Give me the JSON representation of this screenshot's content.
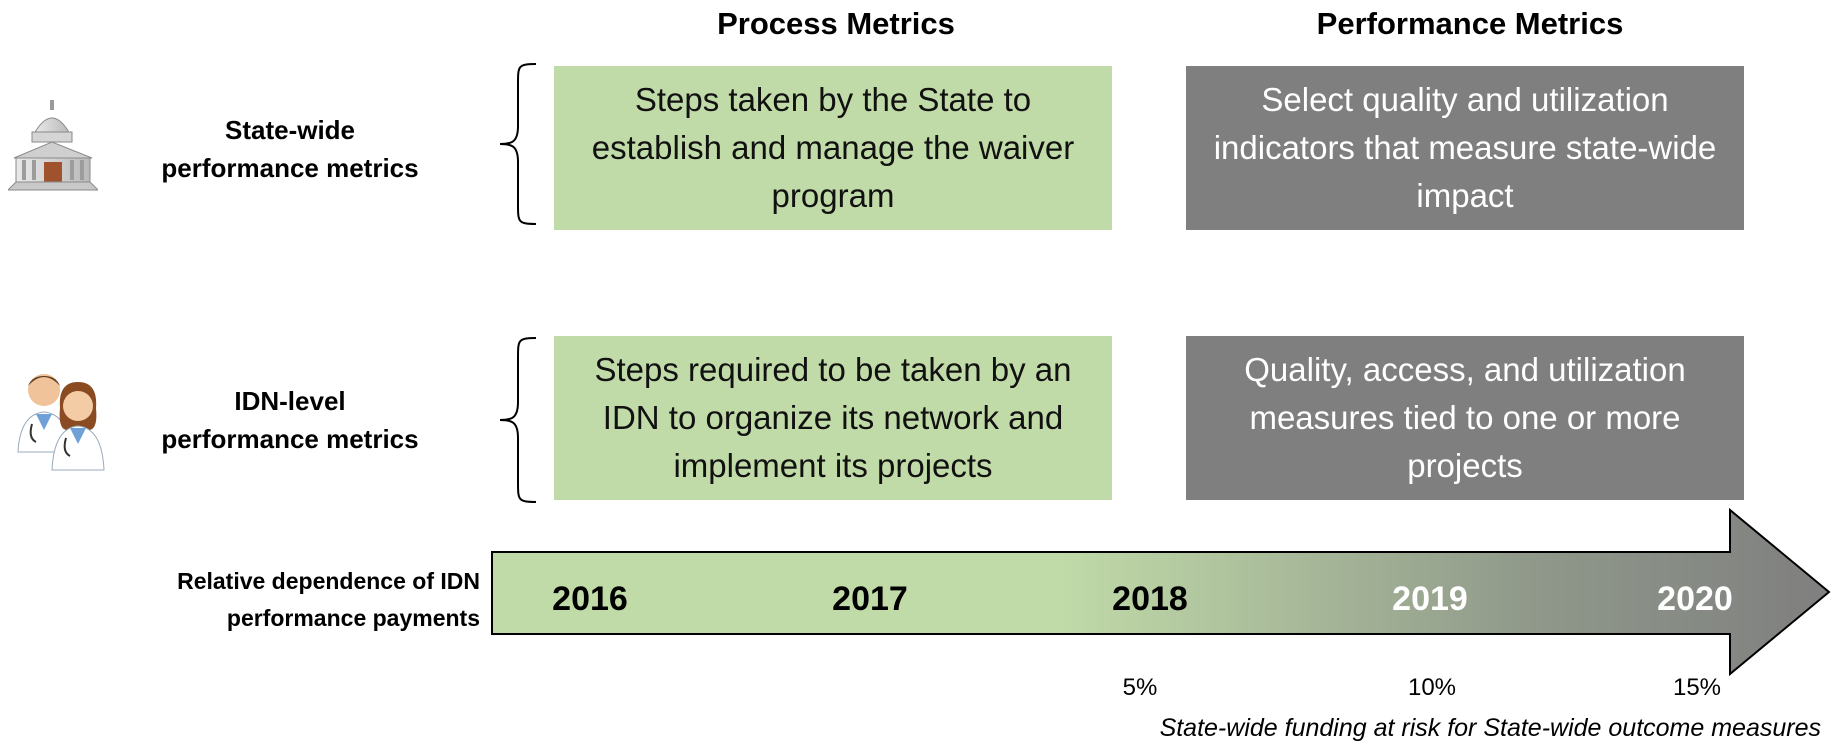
{
  "headers": {
    "process": "Process Metrics",
    "performance": "Performance Metrics"
  },
  "rows": [
    {
      "icon": "capitol-building-icon",
      "label_line1": "State-wide",
      "label_line2": "performance metrics",
      "process_text": "Steps taken by the State to establish and manage the waiver program",
      "performance_text": "Select quality and utilization indicators that measure state-wide impact"
    },
    {
      "icon": "doctors-icon",
      "label_line1": "IDN-level",
      "label_line2": "performance metrics",
      "process_text": "Steps required to be taken by an IDN to organize its network and implement its projects",
      "performance_text": "Quality, access, and utilization measures tied to one or more projects"
    }
  ],
  "timeline": {
    "label_line1": "Relative dependence of IDN",
    "label_line2": "performance payments",
    "years": [
      "2016",
      "2017",
      "2018",
      "2019",
      "2020"
    ],
    "percentages": [
      "5%",
      "10%",
      "15%"
    ],
    "caption": "State-wide funding at risk for State-wide outcome measures"
  },
  "colors": {
    "process_box": "#c1dba8",
    "performance_box": "#7f7f7f",
    "arrow_start": "#c1dba8",
    "arrow_end": "#7f7f7f"
  }
}
